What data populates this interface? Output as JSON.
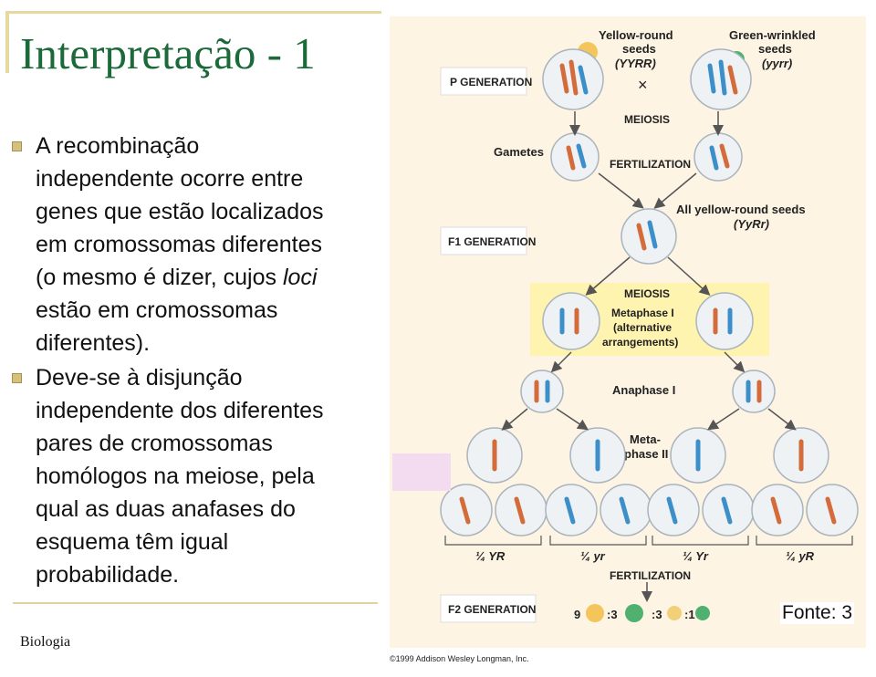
{
  "slide": {
    "title": "Interpretação - 1",
    "bullets": [
      [
        "A recombinação",
        "independente ocorre entre",
        "genes que estão localizados",
        "em cromossomas diferentes",
        "(o mesmo é dizer, cujos loci",
        "estão em cromossomas",
        "diferentes)."
      ],
      [
        "Deve-se à disjunção",
        "independente dos diferentes",
        "pares de cromossomas",
        "homólogos na meiose, pela",
        "qual as duas anafases do",
        "esquema têm igual",
        "probabilidade."
      ]
    ],
    "footer": "Biologia",
    "source": "Fonte: 3"
  },
  "figure": {
    "p_generation": "P GENERATION",
    "yellow_round_1": "Yellow-round",
    "yellow_round_2": "seeds",
    "yellow_round_3": "(YYRR)",
    "green_wrinkled_1": "Green-wrinkled",
    "green_wrinkled_2": "seeds",
    "green_wrinkled_3": "(yyrr)",
    "cross": "×",
    "meiosis": "MEIOSIS",
    "gametes": "Gametes",
    "fertilization": "FERTILIZATION",
    "f1_generation": "F1 GENERATION",
    "all_yellow_1": "All yellow-round seeds",
    "all_yellow_2": "(YyRr)",
    "meiosis2": "MEIOSIS",
    "metaphase1_1": "Metaphase I",
    "metaphase1_2": "(alternative",
    "metaphase1_3": "arrangements)",
    "anaphase1": "Anaphase I",
    "metaphase2_1": "Meta-",
    "metaphase2_2": "phase II",
    "frac_YR": "¼ YR",
    "frac_yr": "¼ yr",
    "frac_Yr": "¼ Yr",
    "frac_yR": "¼ yR",
    "fertilization2": "FERTILIZATION",
    "f2_generation": "F2 GENERATION",
    "ratio_9": "9",
    "ratio_3a": ":3",
    "ratio_3b": ":3",
    "ratio_1": ":1",
    "copyright": "©1999 Addison Wesley Longman, Inc."
  }
}
